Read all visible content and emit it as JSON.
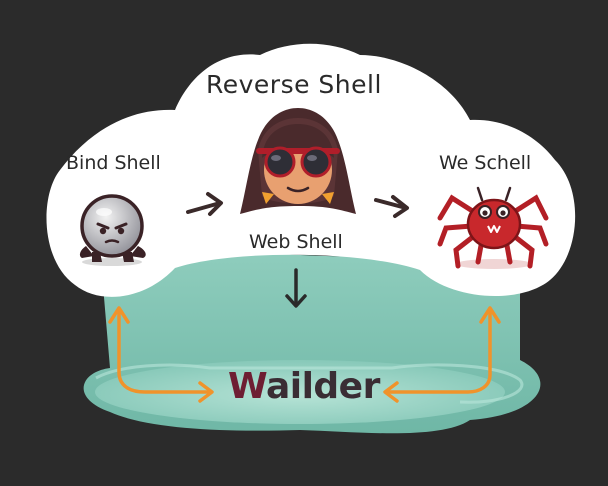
{
  "diagram": {
    "title": "Reverse Shell",
    "nodes": {
      "bind": {
        "label": "Bind Shell",
        "icon": "ghost-blob-icon"
      },
      "reverse": {
        "label": "Reverse Shell",
        "icon": "hooded-hacker-icon"
      },
      "web": {
        "label": "Web Shell"
      },
      "we": {
        "label": "We Schell",
        "icon": "red-spider-icon"
      }
    },
    "brand": {
      "first": "W",
      "rest": "ailder"
    }
  },
  "colors": {
    "background": "#2b2b2b",
    "cloud": "#ffffff",
    "pool": "#9fd6c8",
    "arrow_orange": "#f0932b",
    "arrow_dark": "#3a2a2a",
    "brand_w": "#6e1e33",
    "spider_red": "#c8282c"
  }
}
